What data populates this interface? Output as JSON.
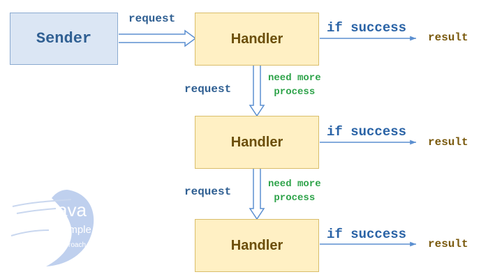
{
  "sender": {
    "label": "Sender"
  },
  "handlers": [
    {
      "label": "Handler",
      "success": "if success",
      "result": "result"
    },
    {
      "label": "Handler",
      "success": "if success",
      "result": "result"
    },
    {
      "label": "Handler",
      "success": "if success",
      "result": "result"
    }
  ],
  "links": {
    "request": "request",
    "need_more_1": "need more",
    "need_more_2": "process"
  },
  "logo": {
    "text1": "ava",
    "text2": "ample",
    "text3": "app",
    "text4": "roach"
  },
  "colors": {
    "sender_fill": "#dbe6f4",
    "handler_fill": "#fff0c4",
    "arrow_blue": "#5b8fd0",
    "need_green": "#2ea34a"
  }
}
